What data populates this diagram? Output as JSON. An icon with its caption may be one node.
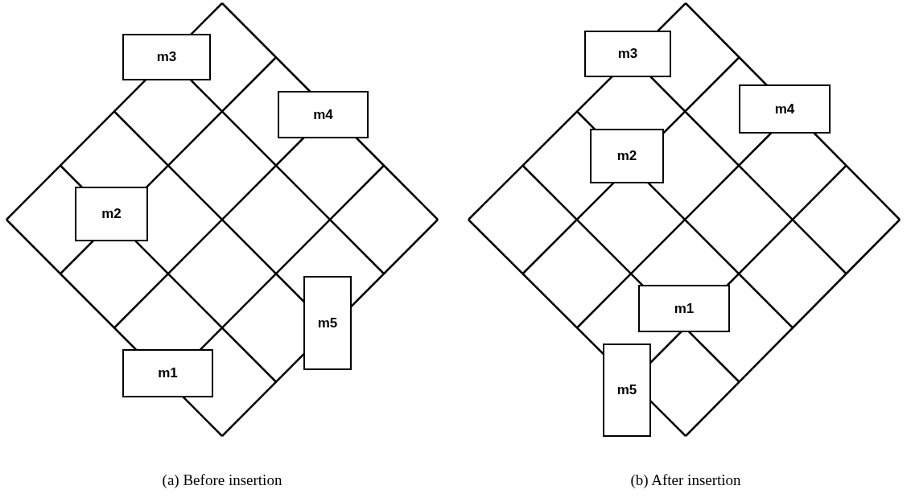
{
  "diagram": {
    "nodes": [
      {
        "text": [
          "m3"
        ]
      },
      {
        "text": [
          "m4"
        ]
      },
      {
        "text": [
          "m2"
        ]
      },
      {
        "text": [
          "m5"
        ]
      },
      {
        "text": [
          "m1"
        ]
      },
      {
        "text": [
          "m3"
        ]
      },
      {
        "text": [
          "m4"
        ]
      },
      {
        "text": [
          "m2"
        ]
      },
      {
        "text": [
          "m1"
        ]
      },
      {
        "text": [
          "m5"
        ]
      }
    ],
    "edges": [],
    "labels": [
      "(a) Before insertion",
      "(b) After insertion"
    ]
  }
}
